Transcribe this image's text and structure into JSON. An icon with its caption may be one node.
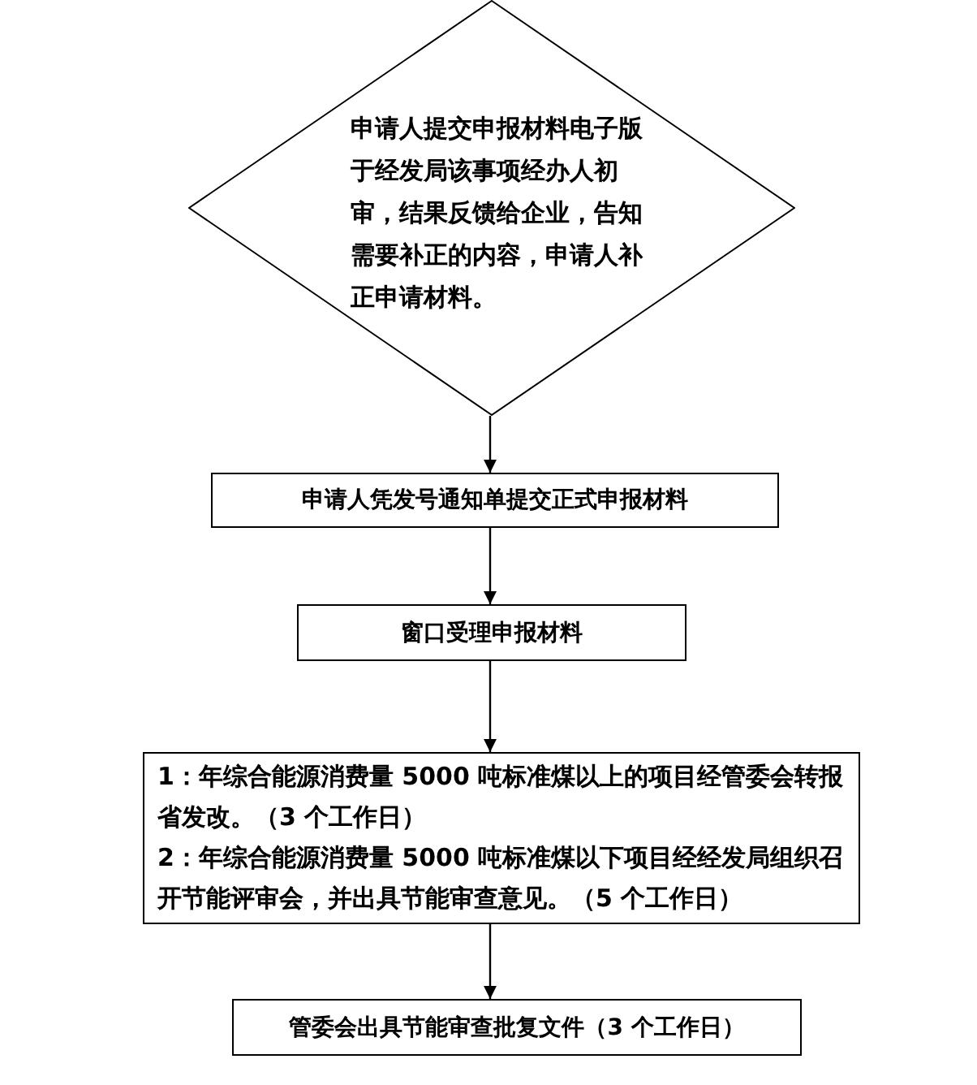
{
  "diagram": {
    "nodes": [
      {
        "text": [
          "申请人提交申报材料电子版于经发局该事项经办人初审，结果反馈给企业，告知需要补正的内容，申请人补正申请材料。"
        ]
      },
      {
        "text": [
          "申请人凭发号通知单提交正式申报材料"
        ]
      },
      {
        "text": [
          "窗口受理申报材料"
        ]
      },
      {
        "text": [
          "1：年综合能源消费量 5000 吨标准煤以上的项目经管委会转报省发改。（3 个工作日）",
          "2：年综合能源消费量 5000 吨标准煤以下项目经经发局组织召开节能评审会，并出具节能审查意见。（5 个工作日）"
        ]
      },
      {
        "text": [
          "管委会出具节能审查批复文件（3 个工作日）"
        ]
      }
    ],
    "edges": [
      {
        "from": 0,
        "to": 1,
        "arrow": "to"
      },
      {
        "from": 1,
        "to": 2,
        "arrow": "to"
      },
      {
        "from": 2,
        "to": 3,
        "arrow": "to"
      },
      {
        "from": 3,
        "to": 4,
        "arrow": "to"
      }
    ]
  }
}
